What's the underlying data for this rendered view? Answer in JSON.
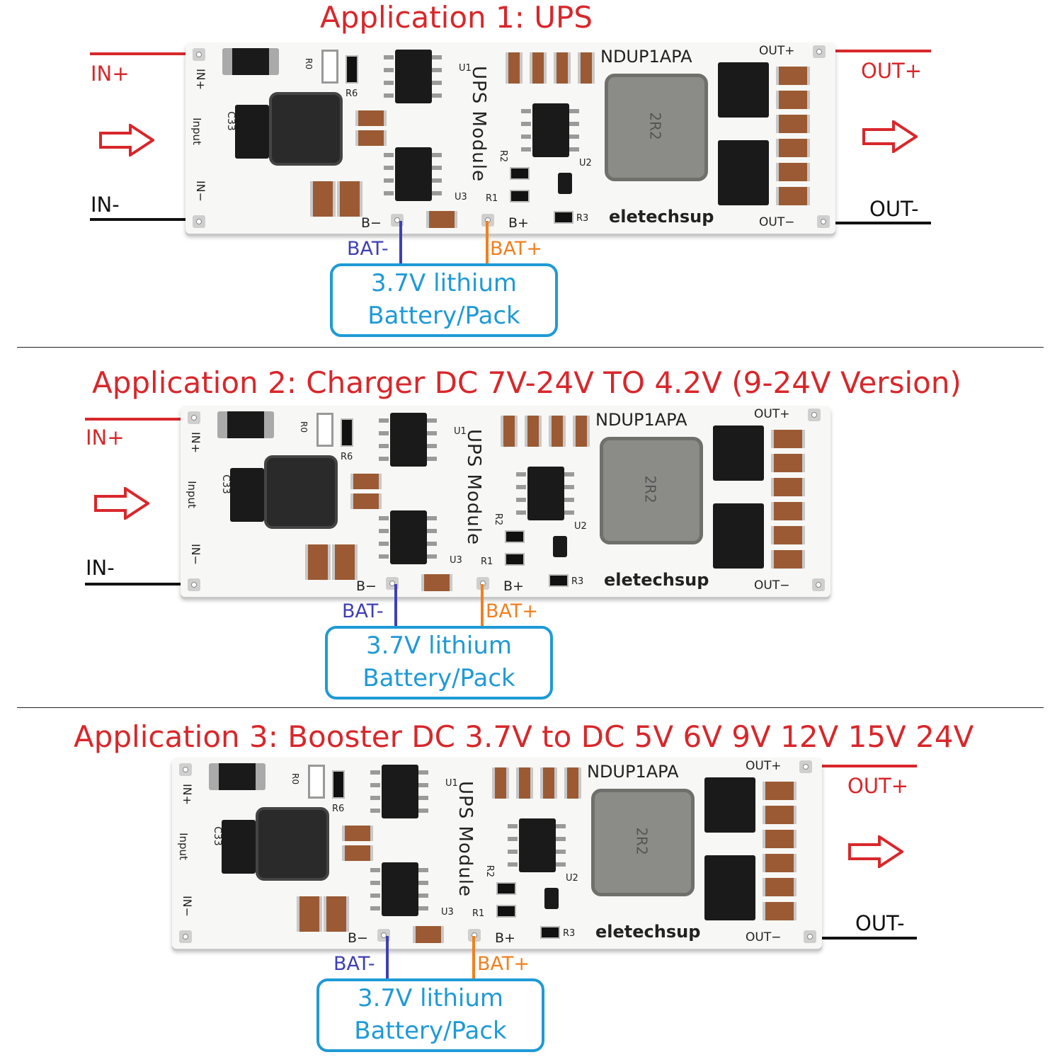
{
  "apps": [
    {
      "title": "Application 1: UPS",
      "board": {
        "model": "NDUP1APA",
        "module": "UPS Module",
        "brand": "eletechsup"
      },
      "labels": {
        "in_plus": "IN+",
        "in_minus": "IN-",
        "out_plus": "OUT+",
        "out_minus": "OUT-",
        "bat_minus": "BAT-",
        "bat_plus": "BAT+"
      },
      "battery": {
        "line1": "3.7V lithium",
        "line2": "Battery/Pack"
      }
    },
    {
      "title": "Application 2: Charger DC 7V-24V TO 4.2V  (9-24V Version)",
      "board": {
        "model": "NDUP1APA",
        "module": "UPS Module",
        "brand": "eletechsup"
      },
      "labels": {
        "in_plus": "IN+",
        "in_minus": "IN-",
        "bat_minus": "BAT-",
        "bat_plus": "BAT+"
      },
      "battery": {
        "line1": "3.7V lithium",
        "line2": "Battery/Pack"
      }
    },
    {
      "title": "Application 3:  Booster DC 3.7V to DC 5V 6V 9V 12V 15V 24V",
      "board": {
        "model": "NDUP1APA",
        "module": "UPS Module",
        "brand": "eletechsup"
      },
      "labels": {
        "out_plus": "OUT+",
        "out_minus": "OUT-",
        "bat_minus": "BAT-",
        "bat_plus": "BAT+"
      },
      "battery": {
        "line1": "3.7V lithium",
        "line2": "Battery/Pack"
      }
    }
  ],
  "silk": {
    "in_plus": "IN+",
    "in_minus": "IN−",
    "input": "Input",
    "out_plus": "OUT+",
    "out_minus": "OUT−",
    "b_minus": "B−",
    "b_plus": "B+",
    "c33": "C33",
    "r0": "R0",
    "r6": "R6",
    "u1": "U1",
    "u2": "U2",
    "u3": "U3",
    "r1": "R1",
    "r2": "R2",
    "r3": "R3",
    "inductor": "2R2"
  },
  "colors": {
    "power_red": "#d8272b",
    "ground_black": "#111111",
    "bat_minus_blue": "#3f3fb5",
    "bat_plus_orange": "#f08020",
    "battery_box": "#1f9ad6"
  }
}
